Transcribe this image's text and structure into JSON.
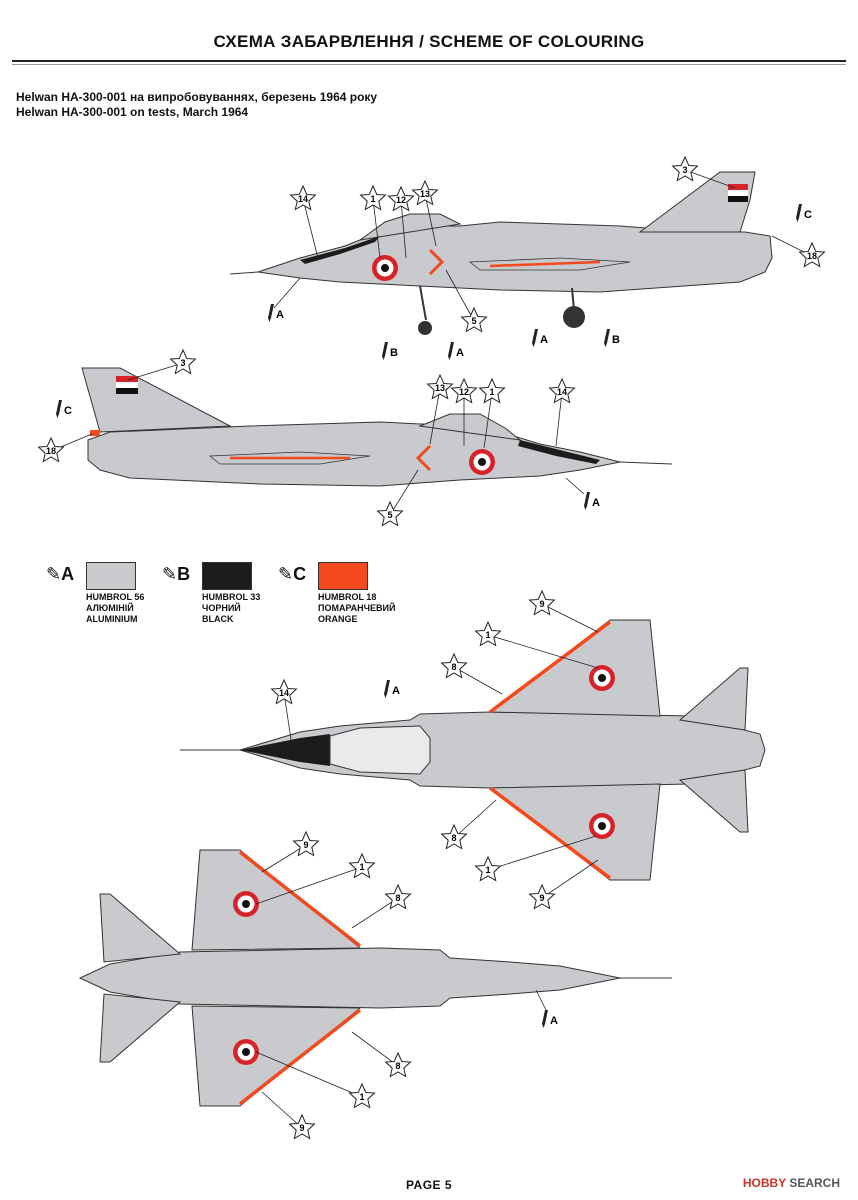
{
  "header": {
    "title": "СХЕМА ЗАБАРВЛЕННЯ / SCHEME OF COLOURING"
  },
  "caption": {
    "line1": "Helwan HA-300-001 на випробовуваннях, березень 1964 року",
    "line2": "Helwan HA-300-001 on tests, March 1964"
  },
  "legend": [
    {
      "letter": "A",
      "humbrol": "HUMBROL 56",
      "ua": "АЛЮМІНІЙ",
      "en": "ALUMINIUM",
      "color": "#c8cacd"
    },
    {
      "letter": "B",
      "humbrol": "HUMBROL 33",
      "ua": "ЧОРНИЙ",
      "en": "BLACK",
      "color": "#1c1c1c"
    },
    {
      "letter": "C",
      "humbrol": "HUMBROL 18",
      "ua": "ПОМАРАНЧЕВИЙ",
      "en": "ORANGE",
      "color": "#f24a1e"
    }
  ],
  "callouts": {
    "c1": "1",
    "c3": "3",
    "c5": "5",
    "c8": "8",
    "c9": "9",
    "c12": "12",
    "c13": "13",
    "c14": "14",
    "c18": "18"
  },
  "paint": {
    "A": "A",
    "B": "B",
    "C": "C"
  },
  "colors": {
    "aluminium": "#c8cacd",
    "black": "#1c1c1c",
    "orange": "#f24a1e",
    "roundel_red": "#d8222a"
  },
  "footer": {
    "page": "PAGE 5"
  },
  "watermark": {
    "brand": "HOBBY",
    "text": "SEARCH"
  }
}
